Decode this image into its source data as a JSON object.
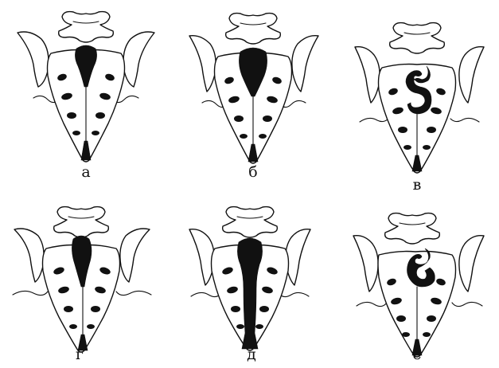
{
  "figure": {
    "panels": [
      {
        "label": "а",
        "variant": "narrow-canal"
      },
      {
        "label": "б",
        "variant": "wide-upper-canal"
      },
      {
        "label": "в",
        "variant": "s-shaped-canal"
      },
      {
        "label": "г",
        "variant": "spindle-canal"
      },
      {
        "label": "д",
        "variant": "fully-open-canal"
      },
      {
        "label": "е",
        "variant": "hook-shaped-canal"
      }
    ]
  }
}
